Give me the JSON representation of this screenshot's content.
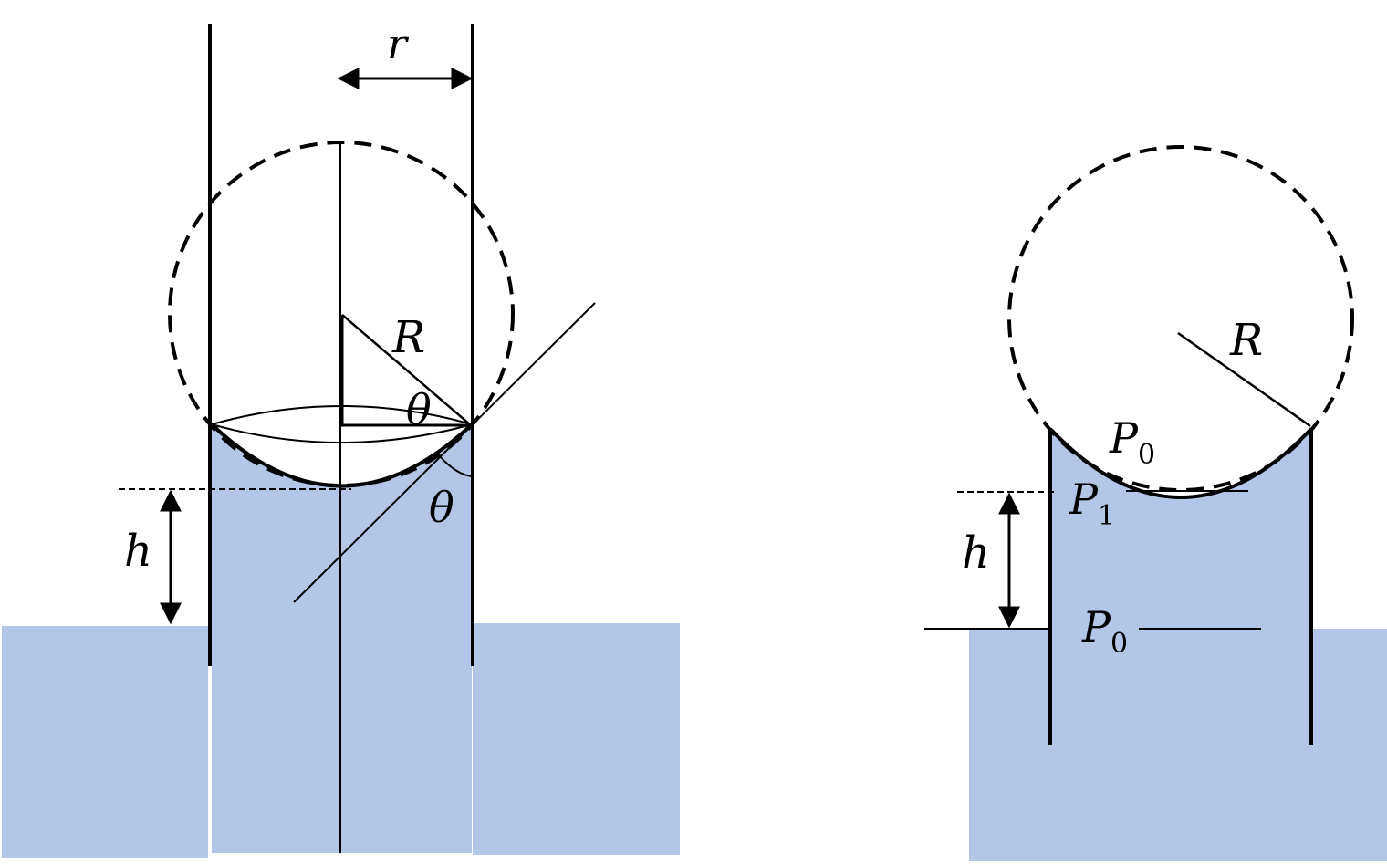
{
  "colors": {
    "liquid": "#b4c6e7",
    "ink": "#000000",
    "background": "#ffffff"
  },
  "left_panel": {
    "labels": {
      "radius_tube": "r",
      "radius_meniscus": "R",
      "angle_top": "θ",
      "angle_bottom": "θ",
      "height": "h"
    }
  },
  "right_panel": {
    "labels": {
      "radius_meniscus": "R",
      "pressure_top_letter": "P",
      "pressure_top_sub": "0",
      "pressure_mid_letter": "P",
      "pressure_mid_sub": "1",
      "pressure_bottom_letter": "P",
      "pressure_bottom_sub": "0",
      "height": "h"
    }
  }
}
